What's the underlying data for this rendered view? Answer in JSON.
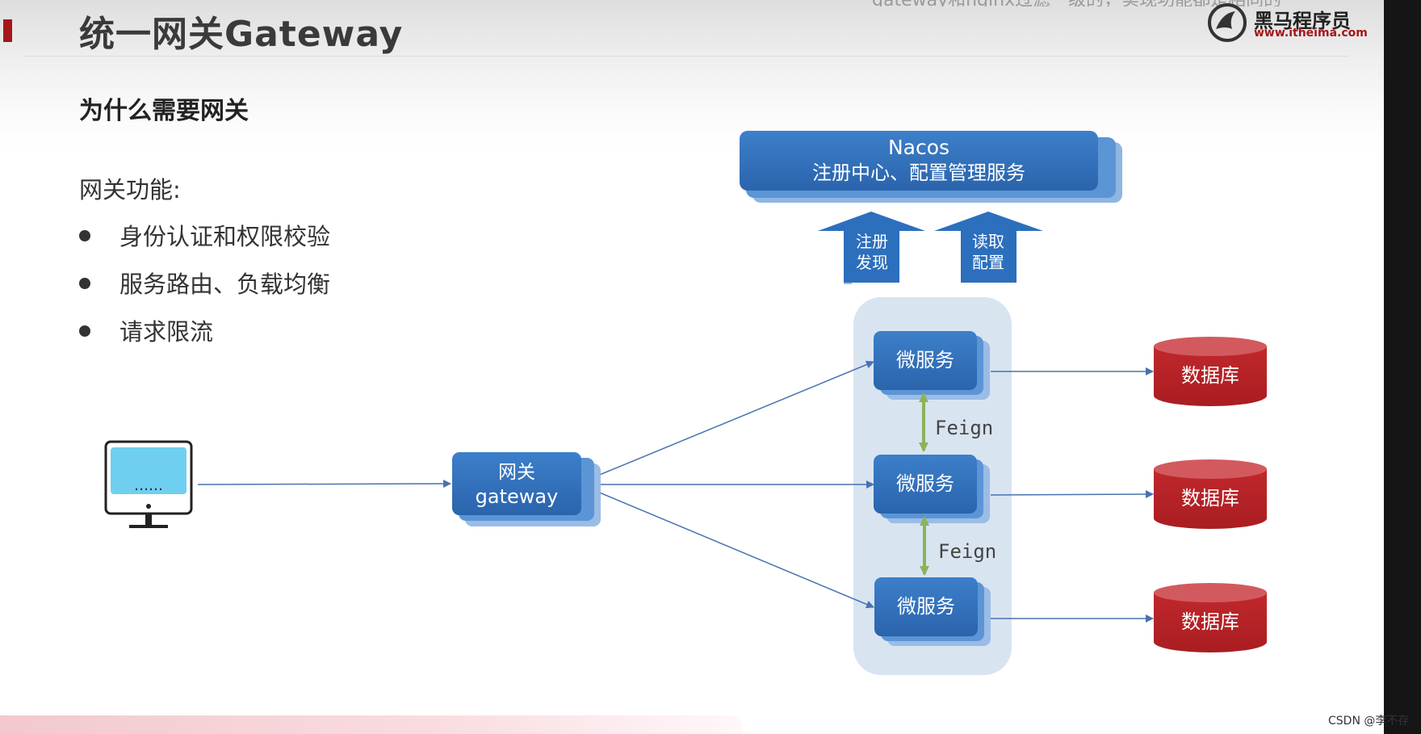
{
  "slide": {
    "title": "统一网关Gateway",
    "overlay_text": "gateway和nginx过滤一级的，实现功能都是相同的",
    "logo": {
      "name": "黑马程序员",
      "url": "www.itheima.com"
    },
    "section_title": "为什么需要网关",
    "features_heading": "网关功能:",
    "features": [
      "身份认证和权限校验",
      "服务路由、负载均衡",
      "请求限流"
    ]
  },
  "diagram": {
    "nacos": {
      "line1": "Nacos",
      "line2": "注册中心、配置管理服务"
    },
    "arrows_up": [
      {
        "line1": "注册",
        "line2": "发现"
      },
      {
        "line1": "读取",
        "line2": "配置"
      }
    ],
    "client_screen_text": "……",
    "gateway": {
      "line1": "网关",
      "line2": "gateway"
    },
    "microservices": [
      "微服务",
      "微服务",
      "微服务"
    ],
    "feign_labels": [
      "Feign",
      "Feign"
    ],
    "databases": [
      "数据库",
      "数据库",
      "数据库"
    ]
  },
  "watermark": "CSDN @李不存",
  "colors": {
    "brand_red": "#a4161a",
    "box_blue": "#2c6fbd",
    "box_shadow_blue": "#5b95d6",
    "group_bg": "#d9e4f1",
    "db_red": "#b52226",
    "link_green": "#8bb35a",
    "connector": "#4a72b0"
  }
}
